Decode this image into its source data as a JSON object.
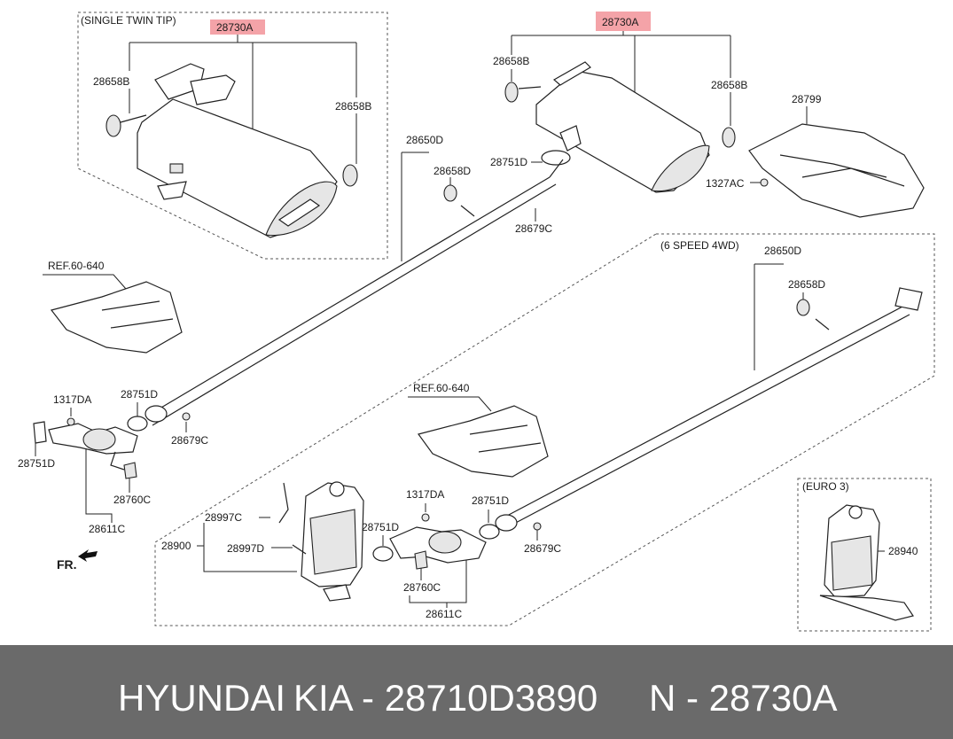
{
  "diagram": {
    "groups": {
      "single_twin_tip": "(SINGLE TWIN TIP)",
      "six_speed_4wd": "(6 SPEED 4WD)",
      "euro3": "(EURO 3)"
    },
    "labels": {
      "muffler_a": "28730A",
      "muffler_b": "28730A",
      "hanger_a1": "28658B",
      "hanger_a2": "28658B",
      "hanger_b1": "28658B",
      "hanger_b2": "28658B",
      "heat_shield": "28799",
      "nut_top": "1327AC",
      "center_pipe_top": "28650D",
      "hanger_d_top": "28658D",
      "gasket_top": "28751D",
      "bolt_top": "28679C",
      "ref_top": "REF.60-640",
      "nut_left": "1317DA",
      "gasket_left_a": "28751D",
      "gasket_left_b": "28751D",
      "bolt_left": "28679C",
      "hanger_c_left": "28760C",
      "front_pipe_left": "28611C",
      "fr": "FR.",
      "center_pipe_4wd": "28650D",
      "hanger_d_4wd": "28658D",
      "ref_4wd": "REF.60-640",
      "nut_4wd": "1317DA",
      "gasket_4wd_a": "28751D",
      "gasket_4wd_b": "28751D",
      "bolt_4wd": "28679C",
      "sensor_c": "28997C",
      "catalyst": "28900",
      "sensor_d": "28997D",
      "hanger_c_4wd": "28760C",
      "front_pipe_4wd": "28611C",
      "catalyst_euro3": "28940"
    }
  },
  "footer": {
    "brand": "HYUNDAI",
    "brand2": "KIA - 28710D3890",
    "part_number": "N - 28730A"
  },
  "colors": {
    "highlight": "#f4a3a8",
    "footer_bg": "#6a6a6a",
    "footer_text": "#ffffff"
  }
}
